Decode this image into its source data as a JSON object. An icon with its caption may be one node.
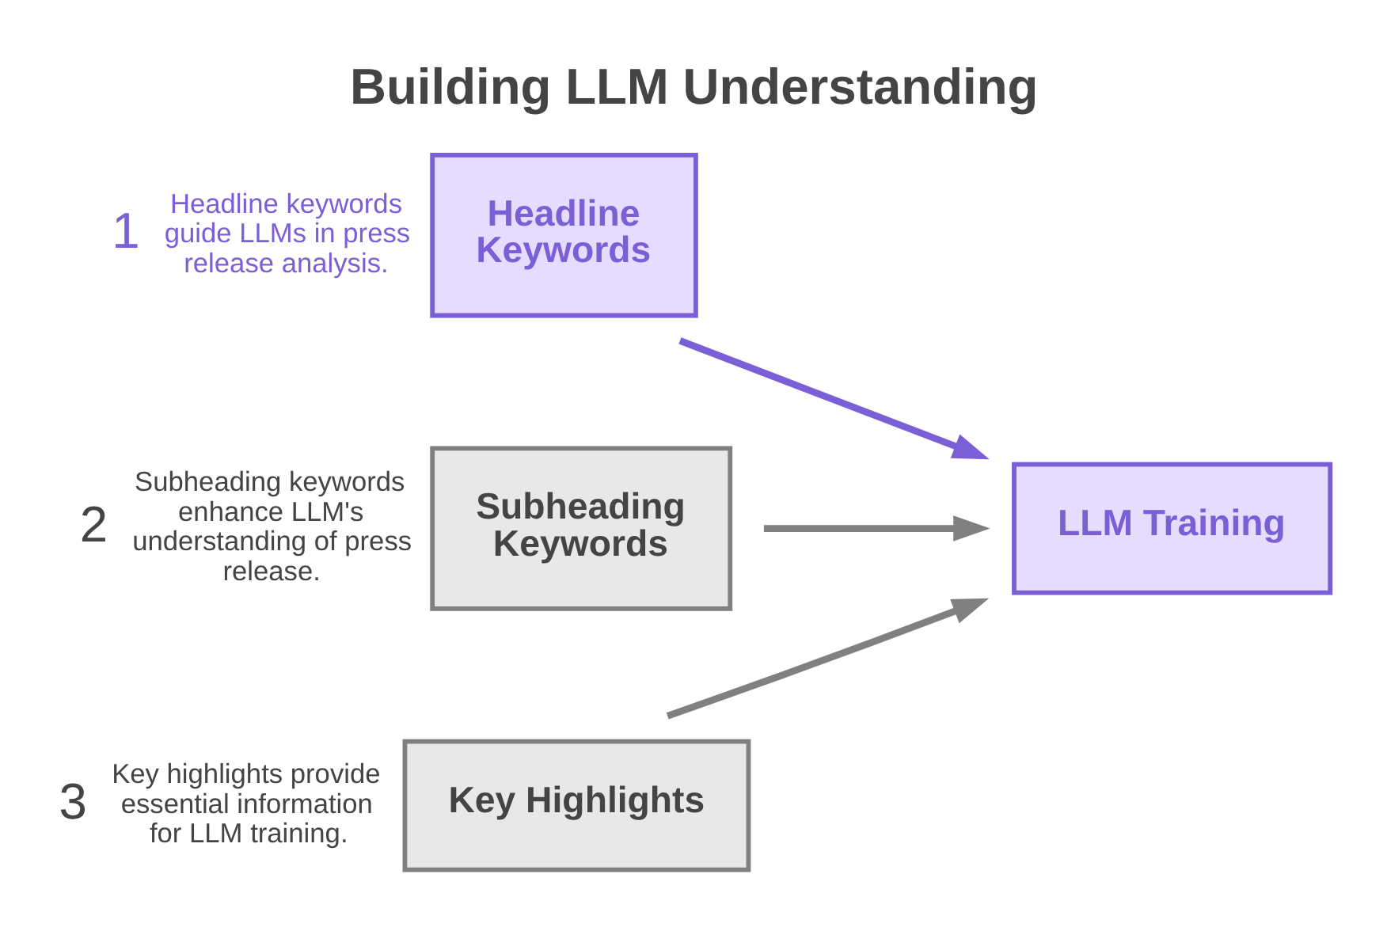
{
  "diagram": {
    "title": "Building LLM Understanding",
    "nodes": [
      {
        "text": [
          "Headline Keywords"
        ],
        "beside": [
          "1",
          "Headline keywords guide LLMs in press release analysis."
        ]
      },
      {
        "text": [
          "Subheading Keywords"
        ],
        "beside": [
          "2",
          "Subheading keywords enhance LLM's understanding of press release."
        ]
      },
      {
        "text": [
          "Key Highlights"
        ],
        "beside": [
          "3",
          "Key highlights provide essential information for LLM training."
        ]
      },
      {
        "text": [
          "LLM Training"
        ]
      }
    ],
    "edges": [
      {
        "from": 0,
        "to": 3,
        "arrow": "to",
        "color": "#7a5fd6"
      },
      {
        "from": 1,
        "to": 3,
        "arrow": "to"
      },
      {
        "from": 2,
        "to": 3,
        "arrow": "to"
      }
    ]
  }
}
